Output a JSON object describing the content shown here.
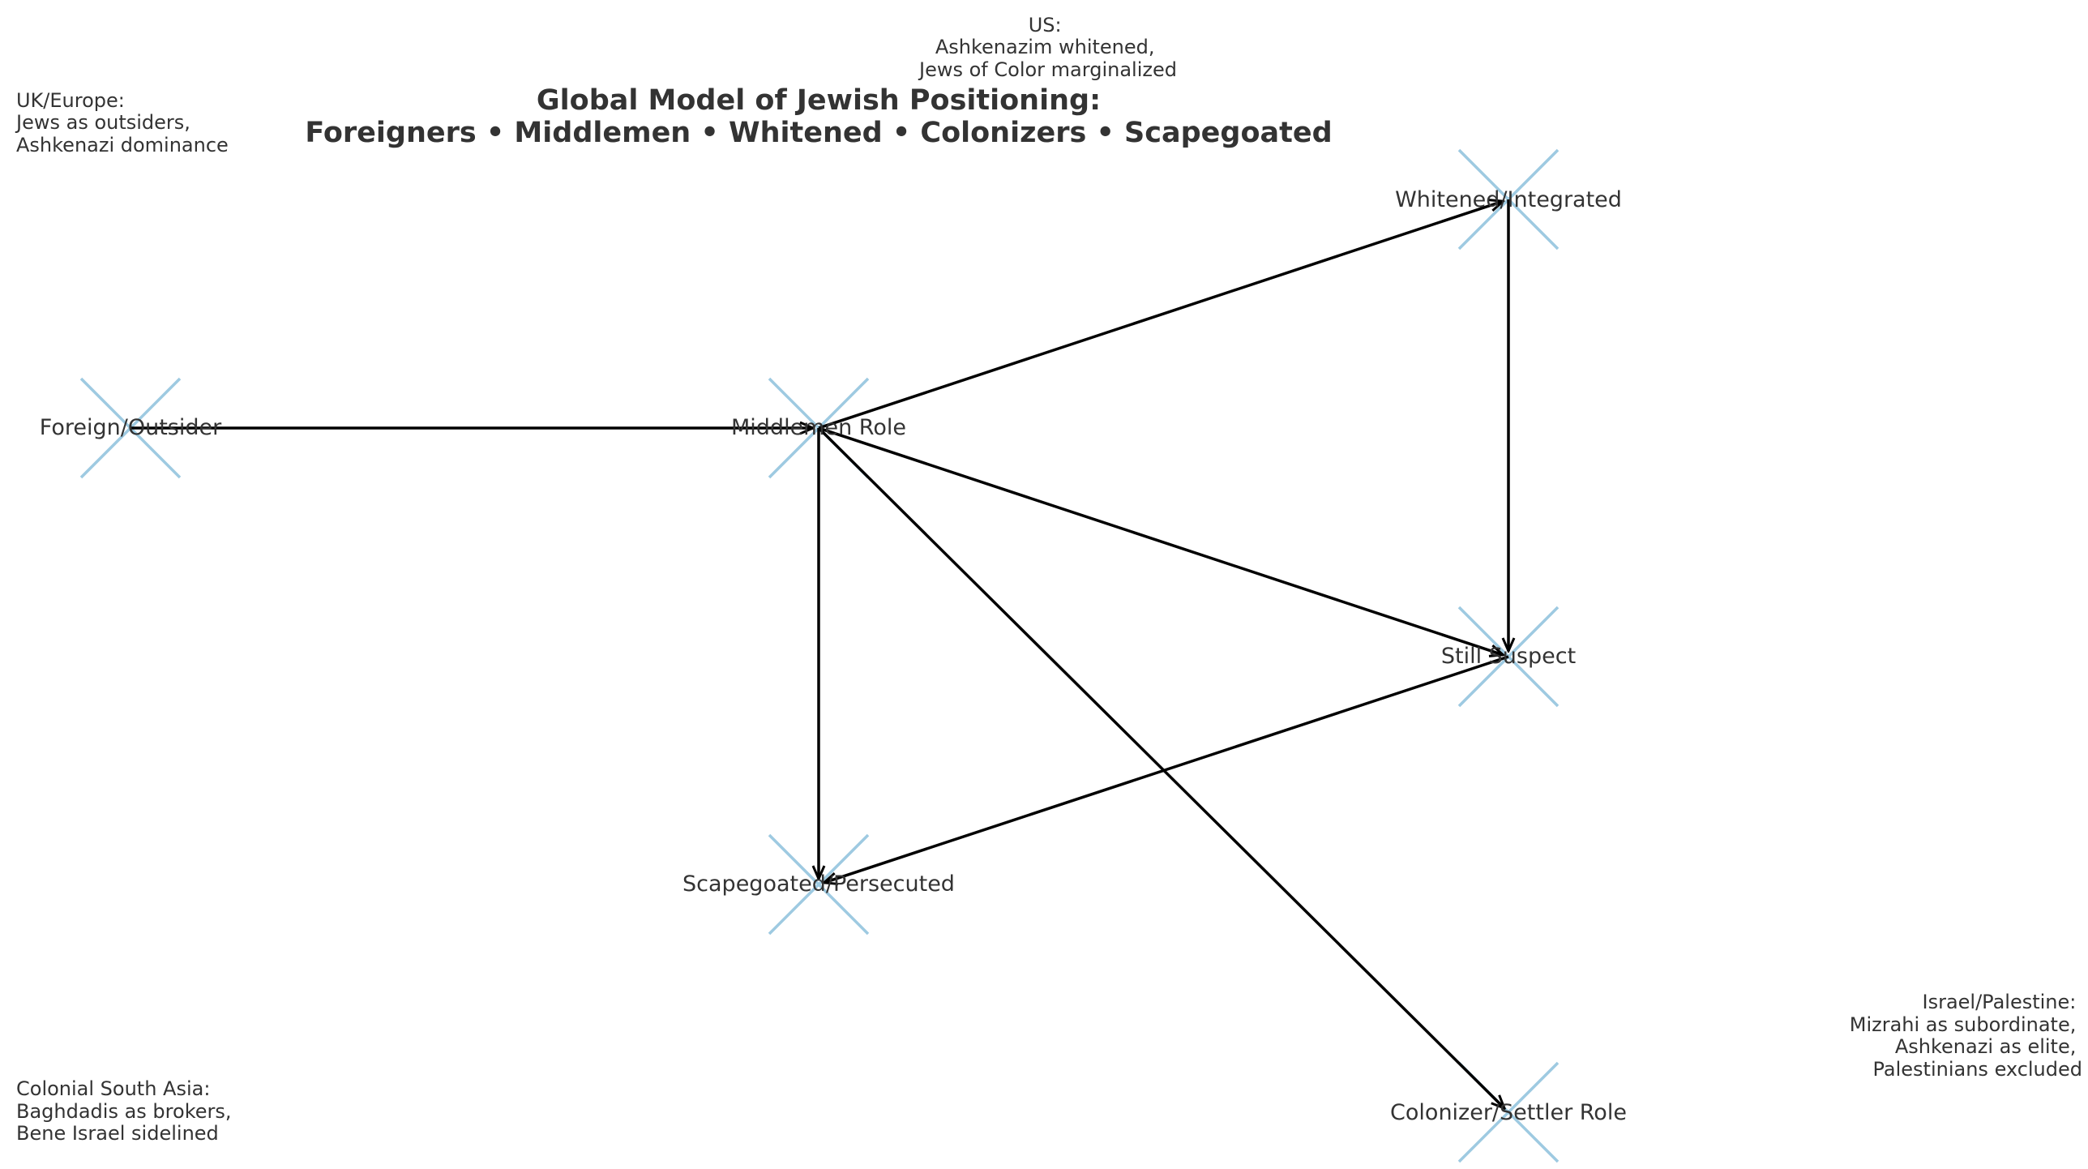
{
  "title": {
    "line1": "Global Model of Jewish Positioning:",
    "line2": "Foreigners • Middlemen • Whitened • Colonizers • Scapegoated"
  },
  "nodes": [
    {
      "id": "foreign",
      "label": "Foreign/Outsider"
    },
    {
      "id": "middlemen",
      "label": "Middlemen Role"
    },
    {
      "id": "whitened",
      "label": "Whitened/Integrated"
    },
    {
      "id": "suspect",
      "label": "Still Suspect"
    },
    {
      "id": "scapegoated",
      "label": "Scapegoated/Persecuted"
    },
    {
      "id": "colonizer",
      "label": "Colonizer/Settler Role"
    }
  ],
  "edges": [
    {
      "from": "foreign",
      "to": "middlemen"
    },
    {
      "from": "middlemen",
      "to": "whitened"
    },
    {
      "from": "middlemen",
      "to": "suspect"
    },
    {
      "from": "middlemen",
      "to": "scapegoated"
    },
    {
      "from": "middlemen",
      "to": "colonizer"
    },
    {
      "from": "whitened",
      "to": "suspect"
    },
    {
      "from": "suspect",
      "to": "scapegoated"
    }
  ],
  "annotations": {
    "us": {
      "lines": [
        "US:",
        "Ashkenazim whitened,",
        "Jews of Color marginalized"
      ]
    },
    "uk_europe": {
      "lines": [
        "UK/Europe:",
        "Jews as outsiders,",
        "Ashkenazi dominance"
      ]
    },
    "israel_palestine": {
      "lines": [
        "Israel/Palestine:",
        "Mizrahi as subordinate,",
        "Ashkenazi as elite,",
        "Palestinians excluded"
      ]
    },
    "south_asia": {
      "lines": [
        "Colonial South Asia:",
        "Baghdadis as brokers,",
        "Bene Israel sidelined"
      ]
    }
  },
  "colors": {
    "marker": "#9ecae1",
    "edge": "#000000",
    "text": "#333333"
  }
}
